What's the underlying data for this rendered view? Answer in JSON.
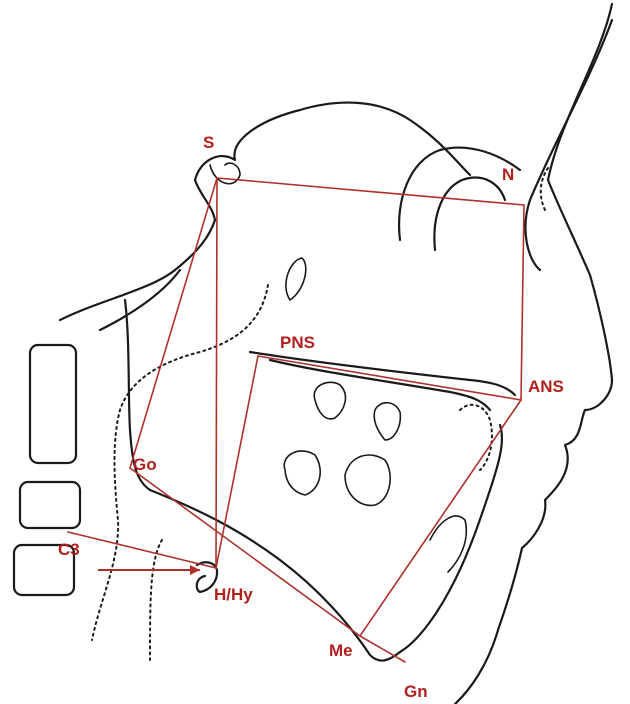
{
  "landmarks": [
    {
      "id": "S",
      "label": "S"
    },
    {
      "id": "N",
      "label": "N"
    },
    {
      "id": "PNS",
      "label": "PNS"
    },
    {
      "id": "ANS",
      "label": "ANS"
    },
    {
      "id": "Go",
      "label": "Go"
    },
    {
      "id": "C3",
      "label": "C3"
    },
    {
      "id": "H",
      "label": "H/Hy"
    },
    {
      "id": "Me",
      "label": "Me"
    },
    {
      "id": "Gn",
      "label": "Gn"
    }
  ],
  "connections": [
    [
      "S",
      "N"
    ],
    [
      "N",
      "ANS"
    ],
    [
      "S",
      "Go"
    ],
    [
      "S",
      "H"
    ],
    [
      "Go",
      "Me"
    ],
    [
      "ANS",
      "Me"
    ],
    [
      "PNS",
      "ANS"
    ],
    [
      "PNS",
      "H"
    ],
    [
      "C3",
      "H"
    ],
    [
      "Me",
      "Gn"
    ]
  ],
  "colors": {
    "landmark_line": "#b0302a",
    "label": "#b0201c",
    "trace": "#1a1a1a",
    "background": "#ffffff"
  }
}
